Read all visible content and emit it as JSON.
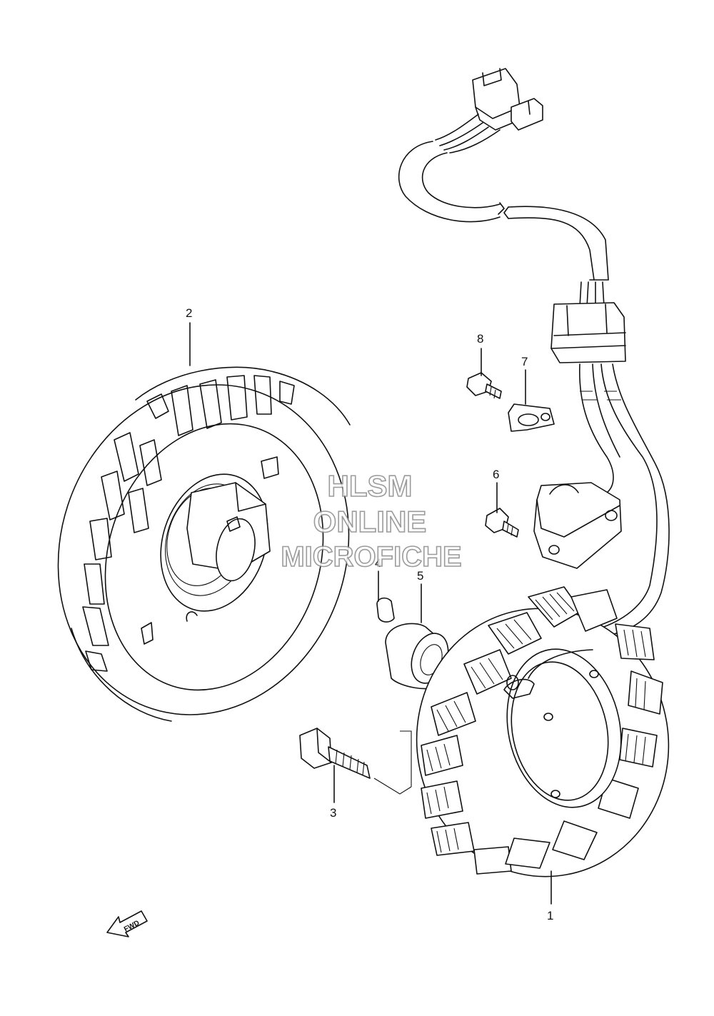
{
  "callouts": {
    "c1": "1",
    "c2": "2",
    "c3": "3",
    "c4": "4",
    "c5": "5",
    "c6": "6",
    "c7": "7",
    "c8": "8"
  },
  "watermark": {
    "line1": "HLSM",
    "line2": "ONLINE",
    "line3": "MICROFICHE"
  },
  "fwd_label": "FWD"
}
